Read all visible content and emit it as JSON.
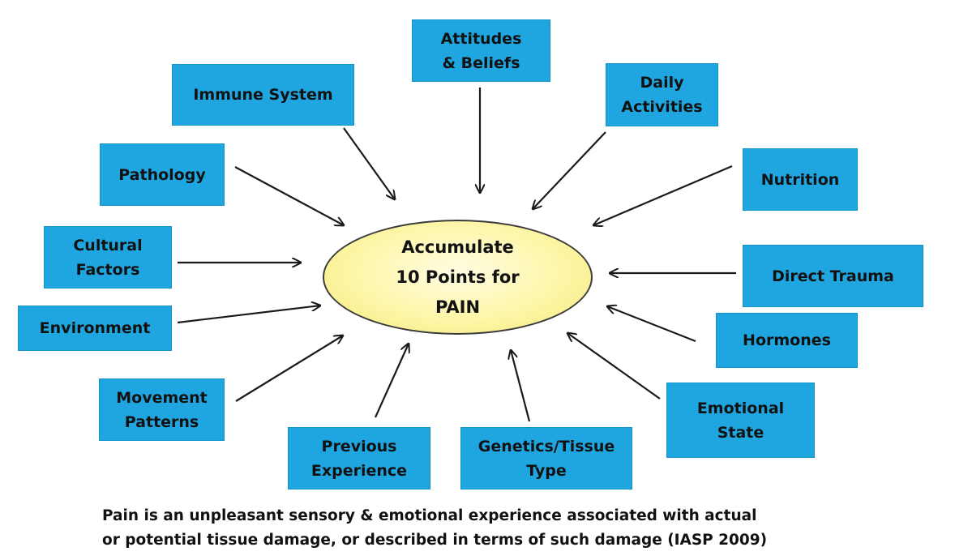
{
  "center": {
    "lines": [
      "Accumulate",
      "10 Points for",
      "PAIN"
    ]
  },
  "factors": {
    "attitudes": [
      "Attitudes",
      "& Beliefs"
    ],
    "immune": [
      "Immune System"
    ],
    "daily": [
      "Daily",
      "Activities"
    ],
    "pathology": [
      "Pathology"
    ],
    "nutrition": [
      "Nutrition"
    ],
    "cultural": [
      "Cultural",
      "Factors"
    ],
    "trauma": [
      "Direct Trauma"
    ],
    "environment": [
      "Environment"
    ],
    "hormones": [
      "Hormones"
    ],
    "movement": [
      "Movement",
      "Patterns"
    ],
    "emotional": [
      "Emotional",
      "State"
    ],
    "previous": [
      "Previous",
      "Experience"
    ],
    "genetics": [
      "Genetics/Tissue",
      "Type"
    ]
  },
  "caption": {
    "line1": "Pain is an unpleasant sensory & emotional experience associated with actual",
    "line2": "or potential tissue damage, or described in terms of such damage (IASP 2009)"
  },
  "colors": {
    "box": "#1fa6e0",
    "center": "#fdf6a8",
    "arrow": "#1a1a1a"
  }
}
